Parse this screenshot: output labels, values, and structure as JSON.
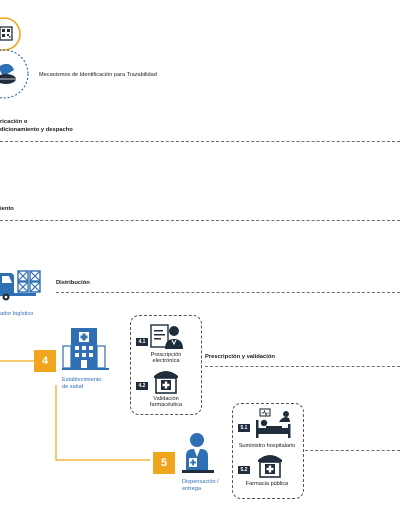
{
  "top_legend": {
    "label": "Mecanismos de Identificación para Trazabilidad",
    "qr_icon": "qr-code-icon",
    "pill_icon": "pill-icon"
  },
  "stages": {
    "fabricacion_line1": "ricación o",
    "fabricacion_line2": "dicionamiento y despacho",
    "almacenamiento": "iento",
    "distribucion": "Distribución",
    "prescripcion": "Prescripción y validación"
  },
  "operador": {
    "label": "ador logístico",
    "icon": "truck-icon"
  },
  "establecimiento": {
    "number": "4",
    "label_line1": "Establecimiento",
    "label_line2": "de salud",
    "icon": "hospital-icon",
    "sub": [
      {
        "code": "4.1",
        "line1": "Prescripción",
        "line2": "electrónica",
        "icon": "doctor-document-icon"
      },
      {
        "code": "4.2",
        "line1": "Validación",
        "line2": "farmacéutica",
        "icon": "pharmacy-icon"
      }
    ]
  },
  "dispensacion": {
    "number": "5",
    "label_line1": "Dispensación /",
    "label_line2": "entrega",
    "icon": "pharmacist-icon",
    "sub": [
      {
        "code": "5.1",
        "line1": "Suministro hospitalario",
        "icon": "hospital-bed-icon"
      },
      {
        "code": "5.2",
        "line1": "Farmacia pública",
        "icon": "pharmacy-store-icon"
      }
    ]
  },
  "colors": {
    "accent_orange": "#f0a51c",
    "blue": "#2f6fb3",
    "dark": "#1f2d3d"
  }
}
